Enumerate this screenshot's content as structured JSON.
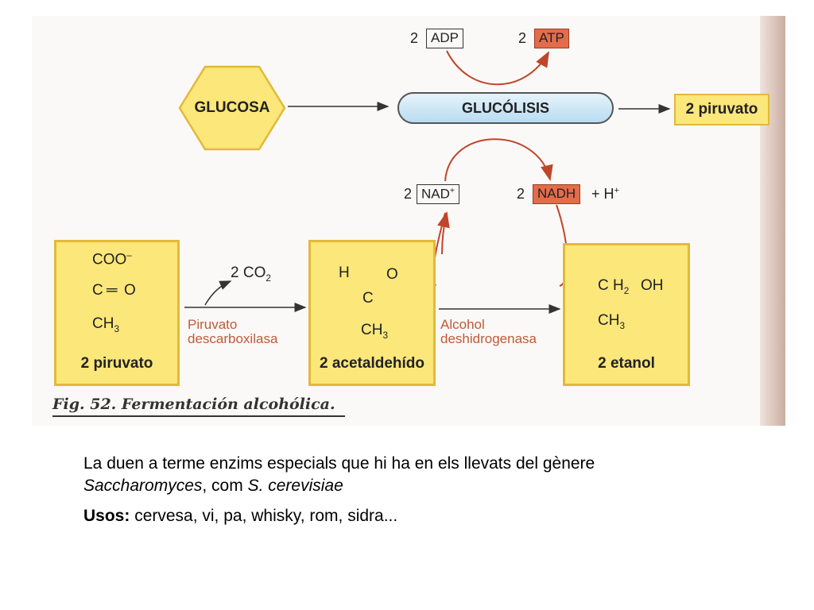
{
  "diagram": {
    "nodes": {
      "glucosa": "GLUCOSA",
      "glucolisis": "GLUCÓLISIS",
      "piruvato_out": "2 piruvato",
      "adp_coef": "2",
      "adp": "ADP",
      "atp_coef": "2",
      "atp": "ATP",
      "nad_coef": "2",
      "nad": "NAD",
      "nad_sup": "+",
      "nadh_coef": "2",
      "nadh": "NADH",
      "h_plus": "+ H",
      "h_sup": "+"
    },
    "box1": {
      "coo": "COO",
      "coo_sup": "–",
      "c": "C",
      "eq": "═",
      "o": "O",
      "ch": "CH",
      "ch_sub": "3",
      "label": "2 piruvato"
    },
    "box2": {
      "h": "H",
      "o": "O",
      "c": "C",
      "ch": "CH",
      "ch_sub": "3",
      "label": "2 acetaldehído"
    },
    "box3": {
      "ch_top": "C H",
      "ch_top_sub": "2",
      "oh": "OH",
      "ch": "CH",
      "ch_sub": "3",
      "label": "2 etanol"
    },
    "co2": "2 CO",
    "co2_sub": "2",
    "enzyme1_line1": "Piruvato",
    "enzyme1_line2": "descarboxilasa",
    "enzyme2_line1": "Alcohol",
    "enzyme2_line2": "deshidrogenasa",
    "caption": "Fig. 52. Fermentación alcohólica.",
    "colors": {
      "yellow": "#fbe77a",
      "yellow_border": "#e2b93a",
      "red": "#e46c4a",
      "blue": "#c9e4f5",
      "enzyme_text": "#c05a3a"
    }
  },
  "text": {
    "line1": "La duen a terme enzims especials que hi ha en els llevats del gènere",
    "genus": "Saccharomyces",
    "com": ", com ",
    "species": "S. cerevisiae",
    "usos_label": "Usos:",
    "usos_value": " cervesa, vi, pa, whisky, rom, sidra..."
  }
}
